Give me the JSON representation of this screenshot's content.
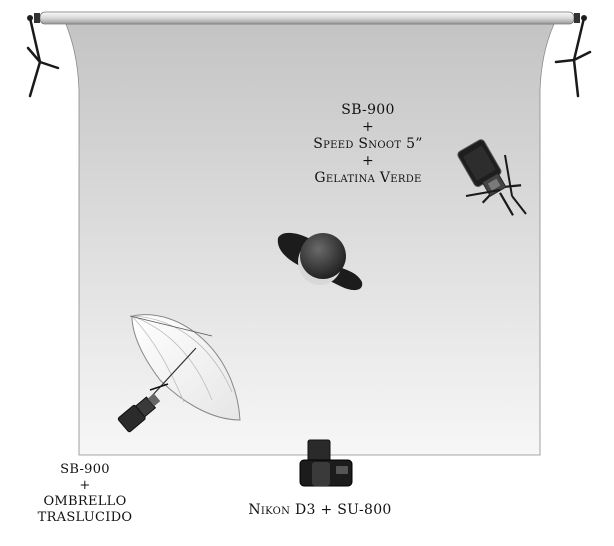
{
  "labels": {
    "top_light": [
      "SB-900",
      "+",
      "Speed Snoot 5”",
      "+",
      "Gelatina Verde"
    ],
    "left_light": [
      "SB-900",
      "+",
      "OMBRELLO",
      "TRASLUCIDO"
    ],
    "camera": "Nikon D3 + SU-800"
  },
  "icons": {
    "backdrop": "backdrop-roll-icon",
    "stand_left": "light-stand-icon",
    "stand_right": "light-stand-icon",
    "flash_snoot": "flash-with-snoot-icon",
    "subject": "subject-head-icon",
    "umbrella": "umbrella-flash-icon",
    "camera": "camera-icon"
  },
  "colors": {
    "backdrop_top": "#c9c9c9",
    "backdrop_bottom": "#f6f6f6",
    "ink": "#111111"
  }
}
